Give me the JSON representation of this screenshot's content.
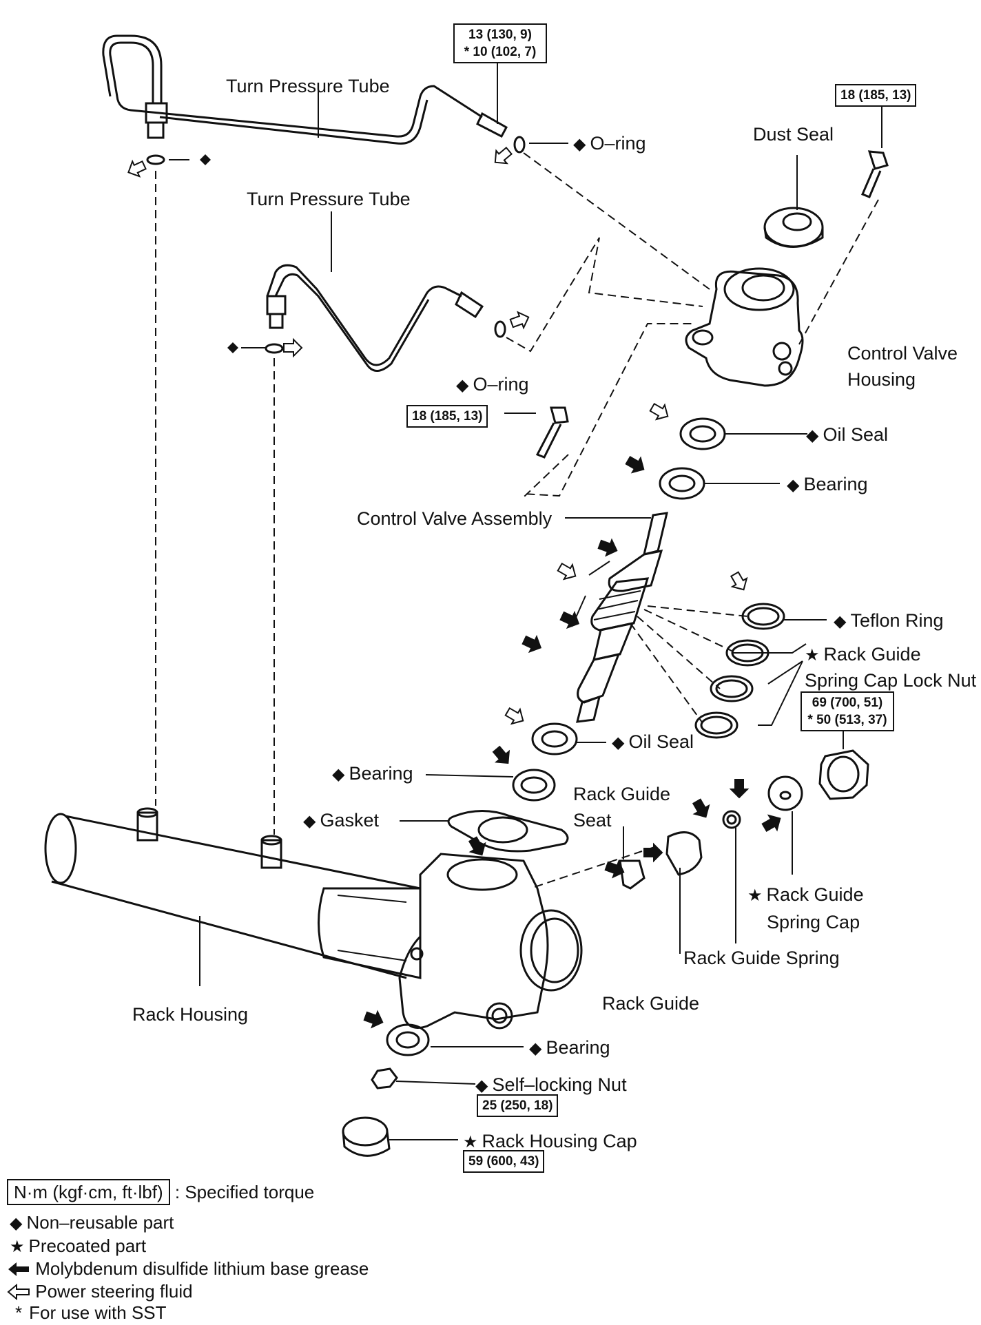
{
  "diagram": {
    "labels": {
      "turn_tube_1": "Turn Pressure Tube",
      "turn_tube_2": "Turn Pressure Tube",
      "oring_1": "O–ring",
      "oring_2": "O–ring",
      "dust_seal": "Dust Seal",
      "cv_housing_1": "Control Valve",
      "cv_housing_2": "Housing",
      "oil_seal_1": "Oil Seal",
      "bearing_1": "Bearing",
      "cv_assembly": "Control Valve Assembly",
      "teflon_ring": "Teflon Ring",
      "rg_lock_nut_1": "Rack Guide",
      "rg_lock_nut_2": "Spring Cap Lock Nut",
      "oil_seal_2": "Oil Seal",
      "bearing_2": "Bearing",
      "gasket": "Gasket",
      "rg_seat_1": "Rack Guide",
      "rg_seat_2": "Seat",
      "rg_spring_cap_1": "Rack Guide",
      "rg_spring_cap_2": "Spring Cap",
      "rg_spring": "Rack Guide Spring",
      "rack_guide": "Rack Guide",
      "rack_housing": "Rack Housing",
      "bearing_3": "Bearing",
      "self_locking_nut": "Self–locking Nut",
      "rack_housing_cap": "Rack Housing Cap"
    },
    "torques": {
      "tube_a_line1": "13 (130, 9)",
      "tube_a_line2": "* 10 (102, 7)",
      "dust_bolt": "18 (185, 13)",
      "housing_bolt": "18 (185, 13)",
      "lock_nut_line1": "69 (700, 51)",
      "lock_nut_line2": "* 50 (513, 37)",
      "self_locking_nut": "25 (250, 18)",
      "rack_housing_cap": "59 (600, 43)"
    },
    "symbols": {
      "diamond": "◆",
      "star": "★"
    }
  },
  "legend": {
    "unit": "N·m (kgf·cm, ft·lbf)",
    "unit_desc": ": Specified torque",
    "non_reusable": "Non–reusable part",
    "precoated": "Precoated part",
    "moly_grease": "Molybdenum disulfide lithium base grease",
    "ps_fluid": "Power steering fluid",
    "sst": "For use with SST",
    "sst_mark": "*"
  }
}
